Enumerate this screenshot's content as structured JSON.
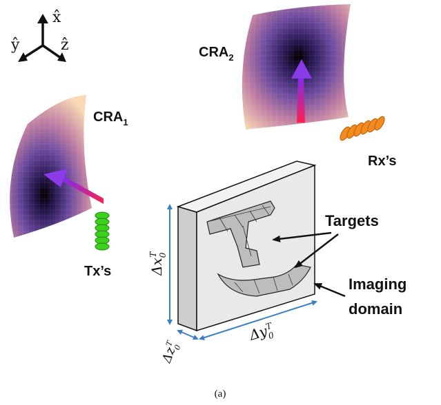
{
  "axes": {
    "x": "x̂",
    "y": "ŷ",
    "z": "ẑ"
  },
  "cra1": {
    "base": "CRA",
    "sub": "1"
  },
  "cra2": {
    "base": "CRA",
    "sub": "2"
  },
  "tx_label": "Tx’s",
  "rx_label": "Rx’s",
  "targets_label": "Targets",
  "imaging_label_line1": "Imaging",
  "imaging_label_line2": "domain",
  "dim_x": {
    "base": "Δx",
    "sub": "0",
    "sup": "T"
  },
  "dim_y": {
    "base": "Δy",
    "sub": "0",
    "sup": "T"
  },
  "dim_z": {
    "base": "Δz",
    "sub": "0",
    "sup": "T"
  },
  "caption": "(a)",
  "colors": {
    "tx_elements": "#3ccf1e",
    "rx_elements": "#f28a1e",
    "dimension_lines": "#3a7fc4",
    "box_face": "#e9e9e9",
    "arrow_start": "#7b2cf0",
    "arrow_end": "#ff2050"
  }
}
